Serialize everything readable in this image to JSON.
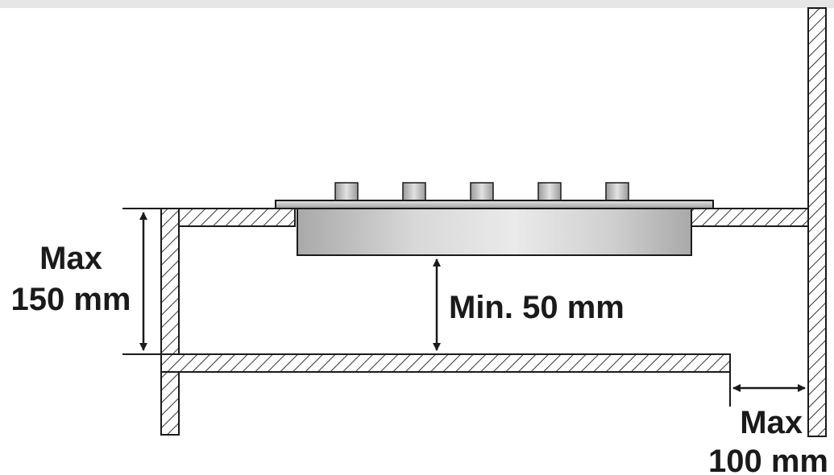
{
  "labels": {
    "max_height_line1": "Max",
    "max_height_line2": "150 mm",
    "min_clearance": "Min. 50 mm",
    "max_gap_line1": "Max",
    "max_gap_line2": "100 mm"
  },
  "hob": {
    "knob_count": 5
  },
  "colors": {
    "line": "#1a1a1a",
    "hatch": "#333333",
    "hob_light": "#d8d8d8",
    "hob_dark": "#a9a9a9",
    "background": "#ffffff"
  }
}
